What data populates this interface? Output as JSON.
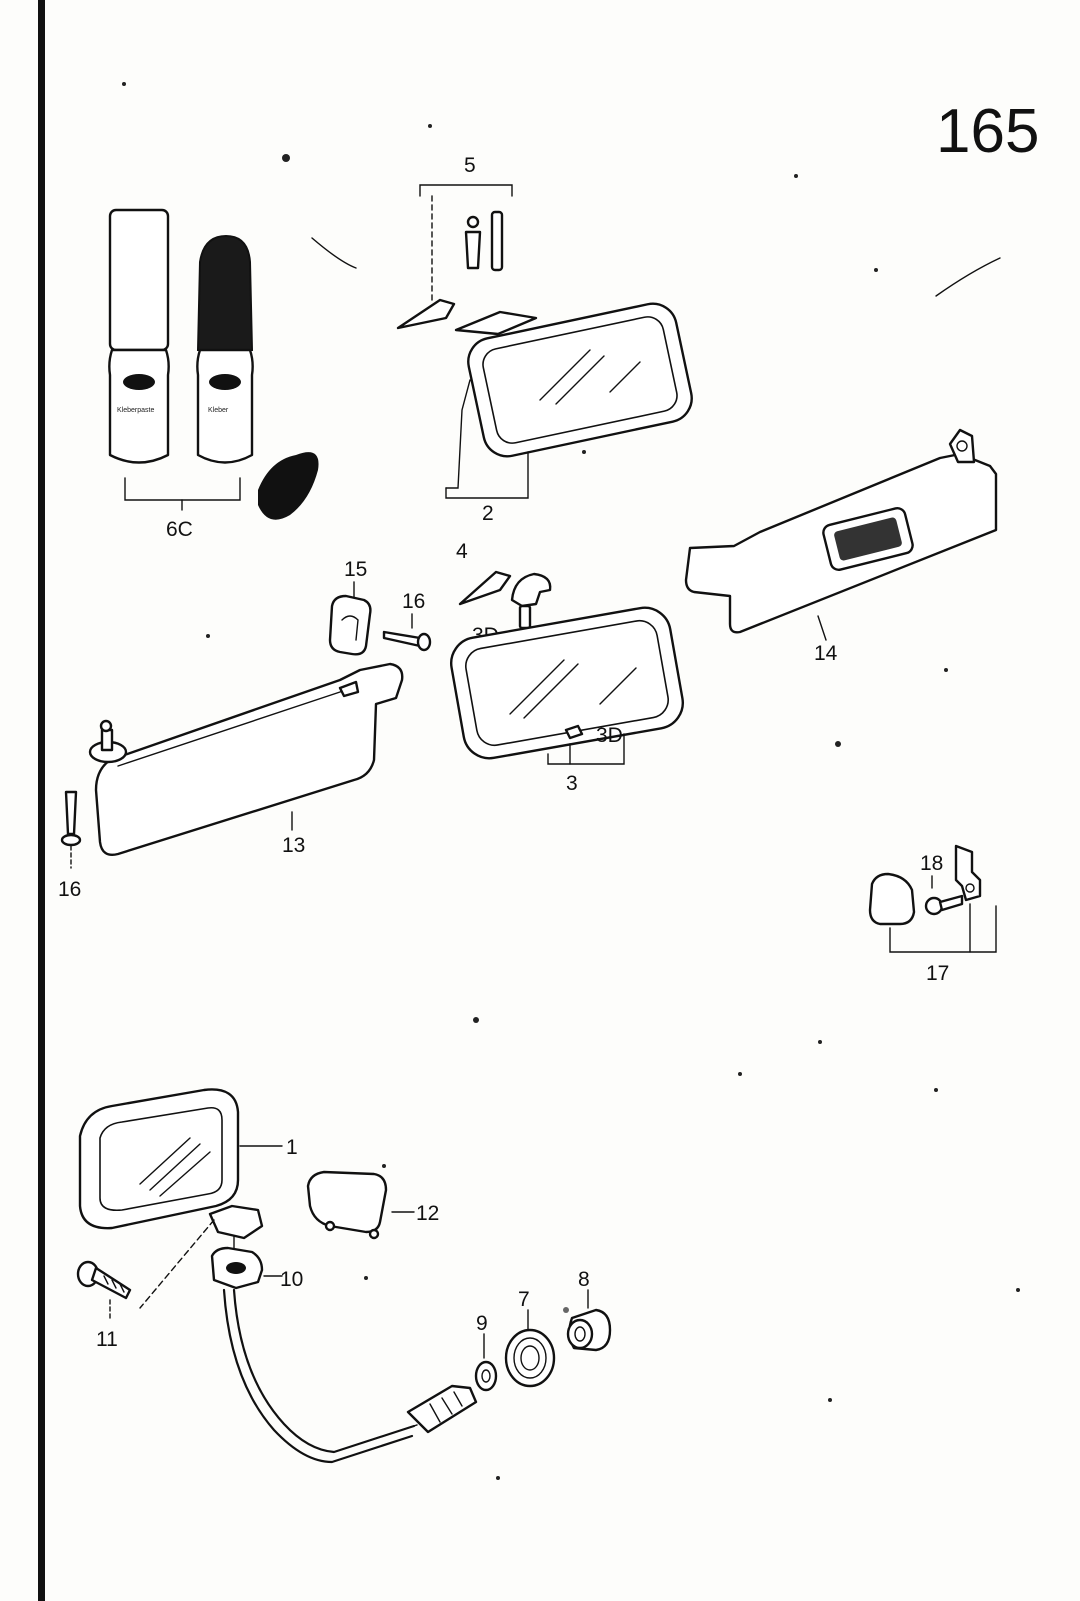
{
  "page": {
    "number": "165"
  },
  "callouts": {
    "c1": "1",
    "c2": "2",
    "c3": "3",
    "c3d_a": "3D",
    "c3d_b": "3D",
    "c4": "4",
    "c5": "5",
    "c6c": "6C",
    "c7": "7",
    "c8": "8",
    "c9": "9",
    "c10": "10",
    "c11": "11",
    "c12": "12",
    "c13": "13",
    "c14": "14",
    "c15": "15",
    "c16_a": "16",
    "c16_b": "16",
    "c17": "17",
    "c18": "18"
  },
  "bottles": {
    "left_label": "Kleberpaste",
    "right_label": "Kleber"
  },
  "colors": {
    "ink": "#111111",
    "paper": "#fdfdfb"
  }
}
